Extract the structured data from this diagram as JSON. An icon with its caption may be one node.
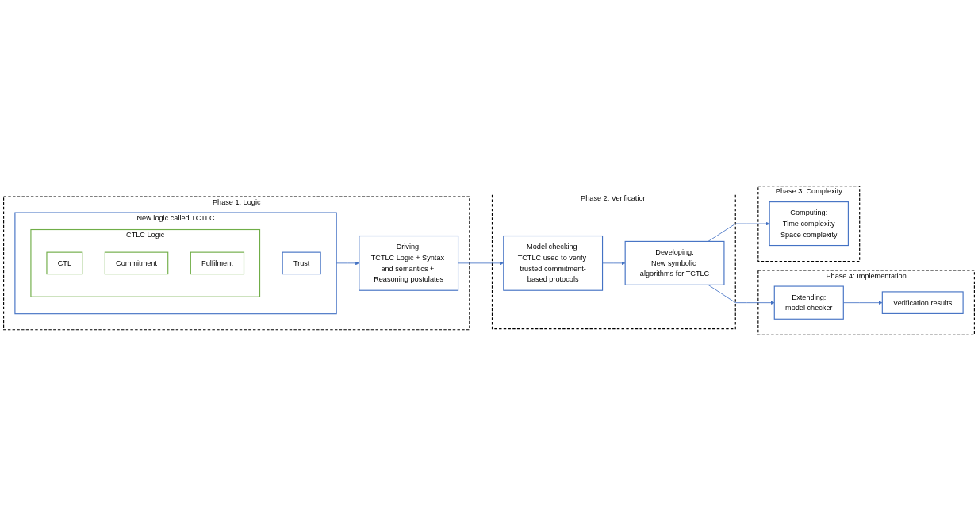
{
  "diagram": {
    "nodes": [
      {
        "text": [
          "Phase 1: Logic"
        ]
      },
      {
        "text": [
          "New logic called TCTLC"
        ],
        "in": 0
      },
      {
        "text": [
          "CTLC Logic"
        ],
        "in": 1
      },
      {
        "text": [
          "CTL"
        ],
        "in": 2
      },
      {
        "text": [
          "Commitment"
        ],
        "in": 2
      },
      {
        "text": [
          "Fulfilment"
        ],
        "in": 2
      },
      {
        "text": [
          "Trust"
        ],
        "in": 1
      },
      {
        "text": [
          "Driving:",
          "TCTLC Logic + Syntax and semantics + Reasoning postulates"
        ],
        "in": 0
      },
      {
        "text": [
          "Phase 2: Verification"
        ]
      },
      {
        "text": [
          "Model checking TCTLC used to verify trusted commitment-based protocols"
        ],
        "in": 8
      },
      {
        "text": [
          "Developing:",
          "New symbolic algorithms for TCTLC"
        ],
        "in": 8
      },
      {
        "text": [
          "Phase 4: Implementation"
        ]
      },
      {
        "text": [
          "Extending:",
          "model checker"
        ],
        "in": 11
      },
      {
        "text": [
          "Verification results"
        ],
        "in": 11
      },
      {
        "text": [
          "Phase 3: Complexity"
        ]
      },
      {
        "text": [
          "Computing:",
          "Time complexity",
          "Space complexity"
        ],
        "in": 14
      }
    ],
    "edges": [
      {
        "from": 1,
        "to": 7,
        "arrow": "to"
      },
      {
        "from": 7,
        "to": 9,
        "arrow": "to"
      },
      {
        "from": 9,
        "to": 10,
        "arrow": "to"
      },
      {
        "from": 10,
        "to": 12,
        "arrow": "to"
      },
      {
        "from": 12,
        "to": 13,
        "arrow": "to"
      },
      {
        "from": 10,
        "to": 15,
        "arrow": "to"
      }
    ]
  }
}
